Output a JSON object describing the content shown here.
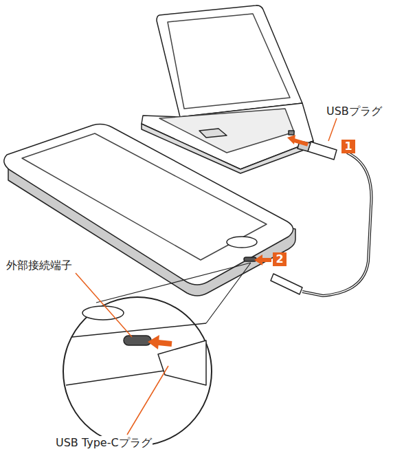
{
  "diagram": {
    "labels": [
      "USBプラグ",
      "1",
      "2",
      "外部接続端子",
      "USB Type-Cプラグ"
    ]
  }
}
